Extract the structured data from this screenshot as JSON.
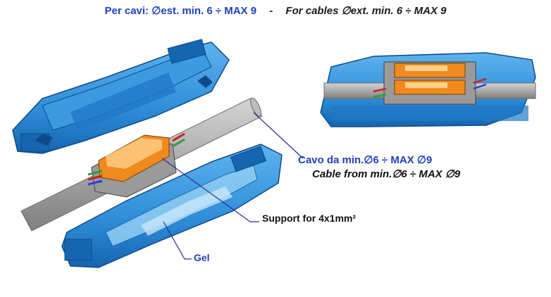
{
  "title": {
    "it_label": "Per cavi:",
    "it_spec": "∅est. min. 6 ÷  MAX 9",
    "separator": "-",
    "en_label": "For cables",
    "en_spec": "∅ext. min. 6 ÷  MAX 9"
  },
  "labels": {
    "cable_it": "Cavo da  min.∅6 ÷ MAX ∅9",
    "cable_en": "Cable from min.∅6 ÷ MAX ∅9",
    "support": "Support for 4x1mm²",
    "gel": "Gel"
  },
  "colors": {
    "housing_blue": "#2f8ed8",
    "housing_dark": "#1565b0",
    "cable_grey": "#a9a9a9",
    "connector_orange": "#f08a1e",
    "leader_line": "#2b2ba0",
    "title_blue": "#1f3fbf"
  },
  "icons": [
    "housing-cover-icon",
    "housing-base-icon",
    "cable-icon",
    "wago-connector-icon",
    "assembled-junction-icon"
  ]
}
